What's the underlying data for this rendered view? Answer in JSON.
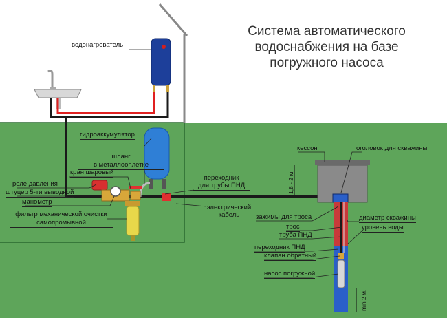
{
  "title": {
    "line1": "Система автоматического",
    "line2": "водоснабжения на базе",
    "line3": "погружного насоса"
  },
  "labels": {
    "water_heater": "водонагреватель",
    "accumulator": "гидроаккумулятор",
    "hose_line1": "шланг",
    "hose_line2": "в металлооплетке",
    "ball_valve": "кран шаровый",
    "pressure_relay": "реле давления",
    "fitting": "штуцер 5-ти выводной",
    "manometer": "манометр",
    "filter_line1": "фильтр механической очистки",
    "filter_line2": "самопромывной",
    "adapter_line1": "переходник",
    "adapter_line2": "для трубы ПНД",
    "cable_line1": "электрический",
    "cable_line2": "кабель",
    "caisson": "кессон",
    "well_head": "оголовок для скважины",
    "rope_clamps": "зажимы для троса",
    "rope": "трос",
    "pnd_pipe": "труба ПНД",
    "pnd_adapter": "переходник ПНД",
    "check_valve": "клапан обратный",
    "pump": "насос погружной",
    "well_diameter": "диаметр скважины",
    "water_level": "уровень воды",
    "depth_dim": "1,8 - 2 м.",
    "min_dim": "min 2 м."
  },
  "colors": {
    "ground": "#5ea55a",
    "sky": "#ffffff",
    "hot_pipe": "#e02020",
    "cold_pipe": "#1a1a1a",
    "accumulator": "#2f7fd6",
    "heater": "#1d3f9a",
    "well_water": "#2a5fc8",
    "well_upper": "#c83a3a",
    "caisson": "#777777",
    "filter": "#e8d84a"
  },
  "icons": [
    "faucet-icon",
    "sink-icon",
    "water-heater-icon",
    "accumulator-tank-icon",
    "pressure-relay-icon",
    "manometer-icon",
    "filter-icon",
    "submersible-pump-icon",
    "check-valve-icon"
  ]
}
